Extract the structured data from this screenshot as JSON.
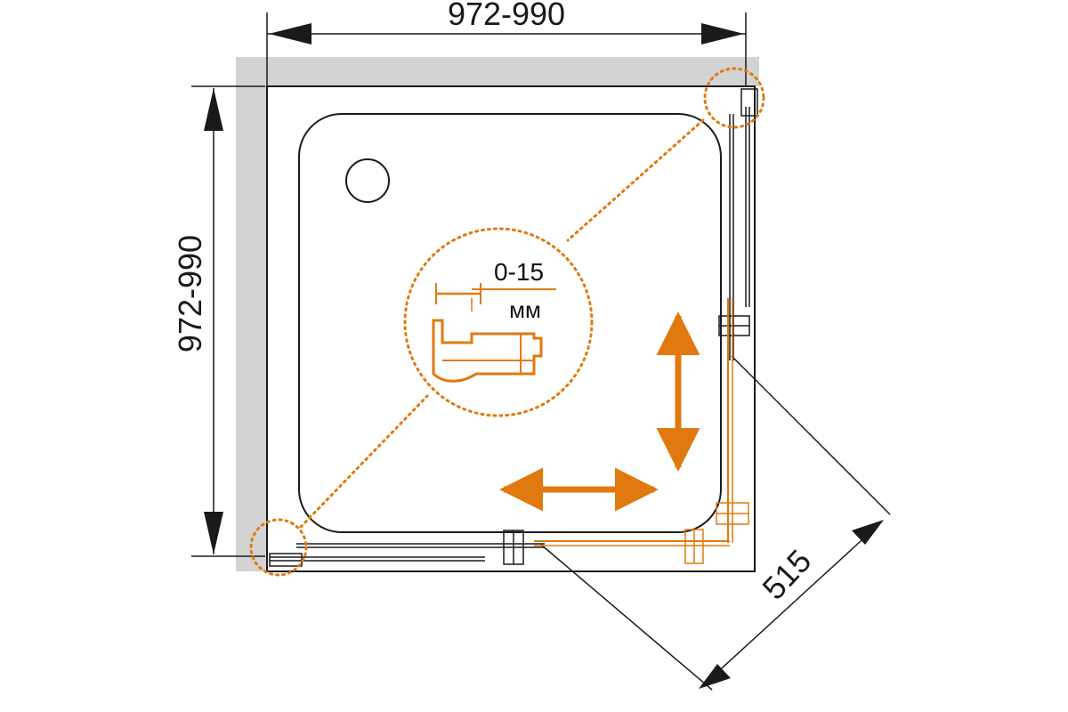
{
  "dimensions": {
    "top_width": "972-990",
    "left_depth": "972-990",
    "door_diagonal": "515"
  },
  "detail": {
    "adjust_range": "0-15",
    "unit": "мм"
  },
  "colors": {
    "accent": "#e07a10",
    "wall": "#d3d3d3",
    "line": "#1a1a1a"
  },
  "icons": {
    "drain": "drain-icon",
    "handle": "door-handle-icon",
    "arrow": "slide-arrow-icon"
  }
}
